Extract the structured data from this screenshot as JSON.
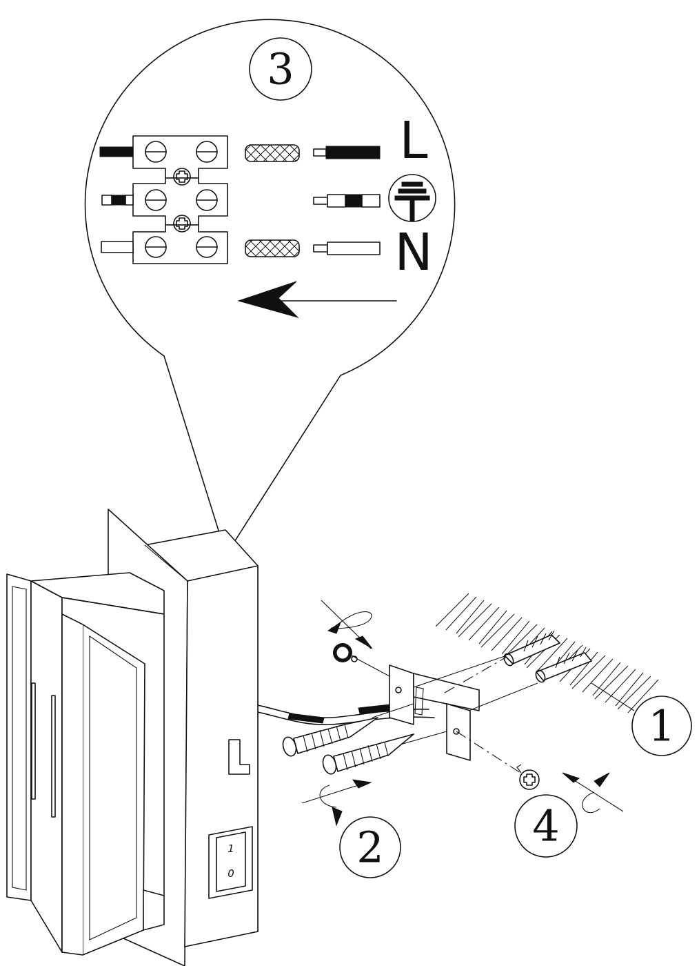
{
  "steps": [
    {
      "number": "1"
    },
    {
      "number": "2"
    },
    {
      "number": "3"
    },
    {
      "number": "4"
    }
  ],
  "wiring": {
    "live_label": "L",
    "neutral_label": "N",
    "earth_icon": "earth-ground-icon"
  },
  "switch": {
    "on_label": "1",
    "off_label": "0"
  },
  "icons": [
    "terminal-block-icon",
    "screw-icon",
    "wall-plug-icon",
    "mounting-bracket-icon",
    "rotation-arrow-icon",
    "heat-shrink-sleeve-icon"
  ]
}
